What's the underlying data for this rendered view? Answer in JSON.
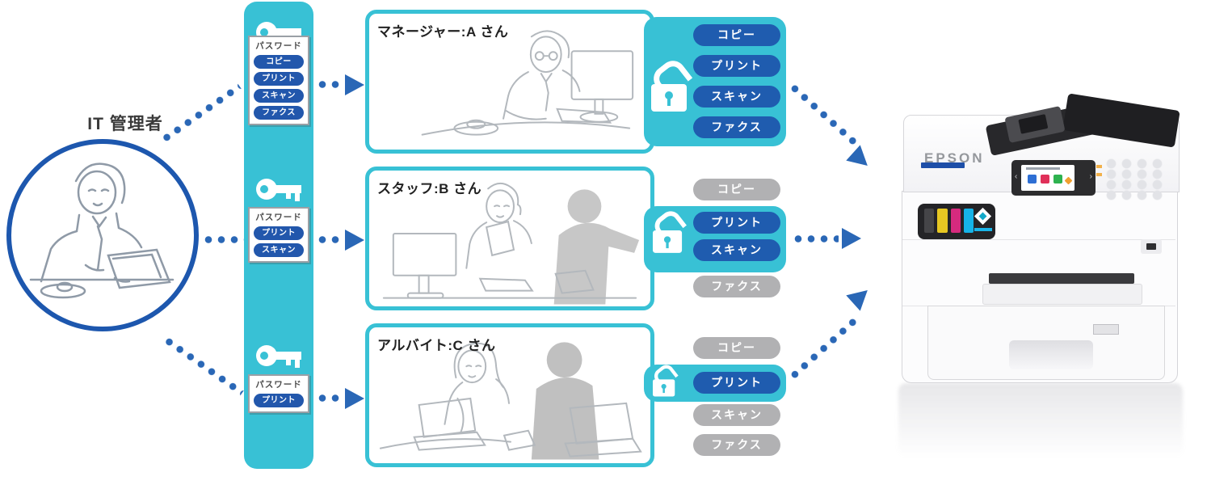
{
  "colors": {
    "teal": "#38c1d5",
    "pill_enabled_blue": "#1f5caf",
    "pill_disabled_gray": "#b1b1b3",
    "arrow_blue": "#2a67b6",
    "admin_circle_blue": "#1d57ae",
    "password_pill_blue": "#2257ac"
  },
  "admin": {
    "label": "IT 管理者"
  },
  "password_sets": [
    {
      "title": "パスワード",
      "permissions": [
        "コピー",
        "プリント",
        "スキャン",
        "ファクス"
      ]
    },
    {
      "title": "パスワード",
      "permissions": [
        "プリント",
        "スキャン"
      ]
    },
    {
      "title": "パスワード",
      "permissions": [
        "プリント"
      ]
    }
  ],
  "users": [
    {
      "name": "マネージャー:A さん",
      "functions": [
        {
          "label": "コピー",
          "enabled": true
        },
        {
          "label": "プリント",
          "enabled": true
        },
        {
          "label": "スキャン",
          "enabled": true
        },
        {
          "label": "ファクス",
          "enabled": true
        }
      ]
    },
    {
      "name": "スタッフ:B さん",
      "functions": [
        {
          "label": "コピー",
          "enabled": false
        },
        {
          "label": "プリント",
          "enabled": true
        },
        {
          "label": "スキャン",
          "enabled": true
        },
        {
          "label": "ファクス",
          "enabled": false
        }
      ]
    },
    {
      "name": "アルバイト:C さん",
      "functions": [
        {
          "label": "コピー",
          "enabled": false
        },
        {
          "label": "プリント",
          "enabled": true
        },
        {
          "label": "スキャン",
          "enabled": false
        },
        {
          "label": "ファクス",
          "enabled": false
        }
      ]
    }
  ],
  "printer": {
    "brand": "EPSON"
  }
}
